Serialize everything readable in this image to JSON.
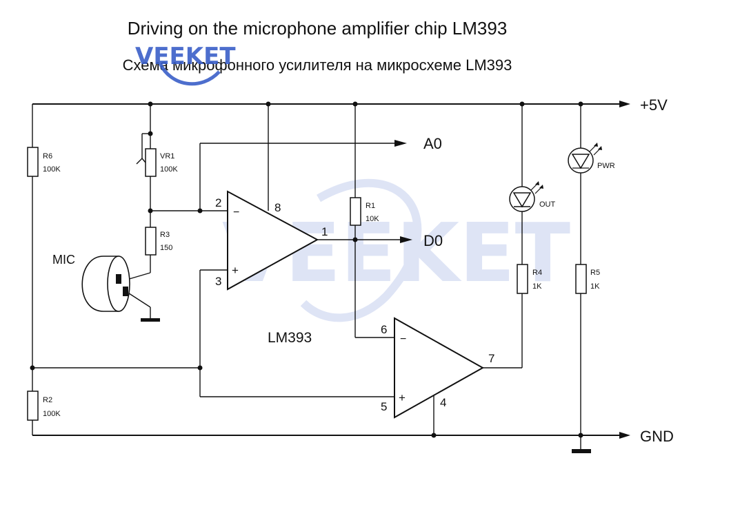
{
  "title": {
    "english": "Driving on the microphone amplifier chip LM393",
    "russian": "Схема микрофонного усилителя на микросхеме LM393"
  },
  "watermark": {
    "text": "VEEKET",
    "color": "#3a5fc8"
  },
  "nets": {
    "vcc": "+5V",
    "gnd": "GND",
    "analog_out": "A0",
    "digital_out": "D0"
  },
  "chip": {
    "label": "LM393"
  },
  "microphone": {
    "label": "MIC"
  },
  "components": {
    "r6": {
      "ref": "R6",
      "value": "100K"
    },
    "vr1": {
      "ref": "VR1",
      "value": "100K"
    },
    "r3": {
      "ref": "R3",
      "value": "150"
    },
    "r1": {
      "ref": "R1",
      "value": "10K"
    },
    "r2": {
      "ref": "R2",
      "value": "100K"
    },
    "r4": {
      "ref": "R4",
      "value": "1K"
    },
    "r5": {
      "ref": "R5",
      "value": "1K"
    },
    "led_out": {
      "label": "OUT"
    },
    "led_pwr": {
      "label": "PWR"
    }
  },
  "pins": {
    "p1": "1",
    "p2": "2",
    "p3": "3",
    "p4": "4",
    "p5": "5",
    "p6": "6",
    "p7": "7",
    "p8": "8"
  },
  "opamp_symbols": {
    "minus": "−",
    "plus": "+"
  }
}
